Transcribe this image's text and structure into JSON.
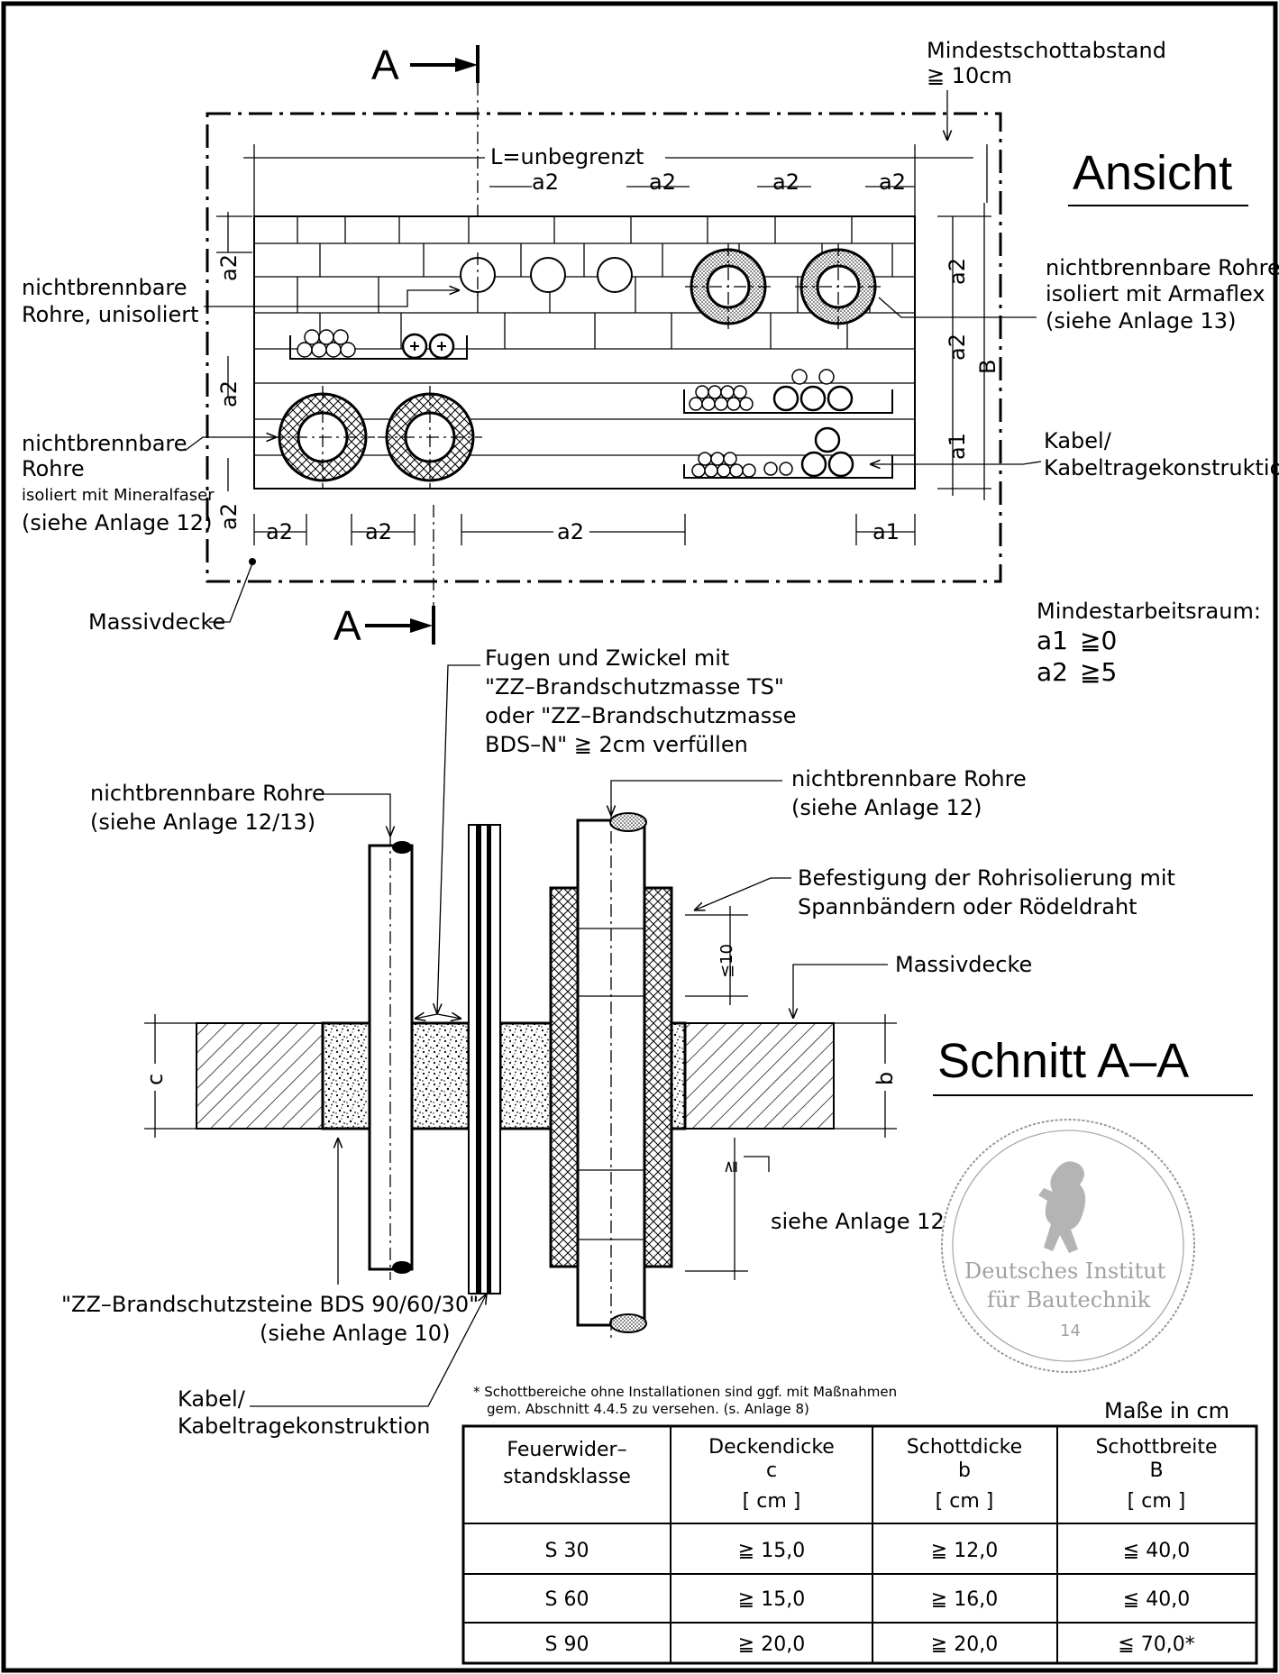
{
  "view": {
    "title": "Ansicht",
    "section_mark": "A",
    "min_distance": {
      "line1": "Mindestschottabstand",
      "line2": "≧ 10cm"
    },
    "length_label": "L=unbegrenzt",
    "dim_a1": "a1",
    "dim_a2": "a2",
    "dim_B": "B",
    "labels": {
      "pipes_uninsulated": [
        "nichtbrennbare",
        "Rohre, unisoliert"
      ],
      "pipes_armaflex": [
        "nichtbrennbare Rohre",
        "isoliert mit Armaflex",
        "(siehe Anlage 13)"
      ],
      "pipes_mineral": [
        "nichtbrennbare",
        "Rohre",
        "isoliert mit Mineralfaser",
        "(siehe Anlage 12)"
      ],
      "cables": [
        "Kabel/",
        "Kabeltragekonstruktion"
      ],
      "slab": "Massivdecke"
    },
    "workspace": {
      "title": "Mindestarbeitsraum:",
      "a1": "≧0",
      "a2": "≧5"
    }
  },
  "section": {
    "title": "Schnitt A–A",
    "dim_c": "c",
    "dim_b": "b",
    "dim_10": "≦10",
    "dim_ge": "≧",
    "labels": {
      "joints": [
        "Fugen und Zwickel mit",
        "\"ZZ–Brandschutzmasse TS\"",
        "oder \"ZZ–Brandschutzmasse",
        "BDS–N\" ≧ 2cm verfüllen"
      ],
      "pipes_left": [
        "nichtbrennbare Rohre",
        "(siehe Anlage 12/13)"
      ],
      "pipes_right": [
        "nichtbrennbare Rohre",
        "(siehe Anlage 12)"
      ],
      "fastening": [
        "Befestigung der Rohrisolierung mit",
        "Spannbändern oder Rödeldraht"
      ],
      "slab": "Massivdecke",
      "see12": "siehe Anlage 12",
      "stones": [
        "\"ZZ–Brandschutzsteine BDS 90/60/30\"",
        "(siehe Anlage 10)"
      ],
      "cables": [
        "Kabel/",
        "Kabeltragekonstruktion"
      ]
    }
  },
  "stamp": {
    "line1": "Deutsches Institut",
    "line2": "für Bautechnik",
    "line3": "14"
  },
  "note": [
    "* Schottbereiche ohne Installationen sind ggf. mit Maßnahmen",
    "gem. Abschnitt 4.4.5 zu versehen. (s. Anlage 8)"
  ],
  "units": "Maße in cm",
  "table": {
    "headers": [
      [
        "Feuerwider–",
        "standsklasse"
      ],
      [
        "Deckendicke",
        "c",
        "[ cm ]"
      ],
      [
        "Schottdicke",
        "b",
        "[ cm ]"
      ],
      [
        "Schottbreite",
        "B",
        "[ cm ]"
      ]
    ],
    "rows": [
      [
        "S 30",
        "≧ 15,0",
        "≧ 12,0",
        "≦ 40,0"
      ],
      [
        "S 60",
        "≧ 15,0",
        "≧ 16,0",
        "≦ 40,0"
      ],
      [
        "S 90",
        "≧ 20,0",
        "≧ 20,0",
        "≦ 70,0*"
      ]
    ]
  }
}
